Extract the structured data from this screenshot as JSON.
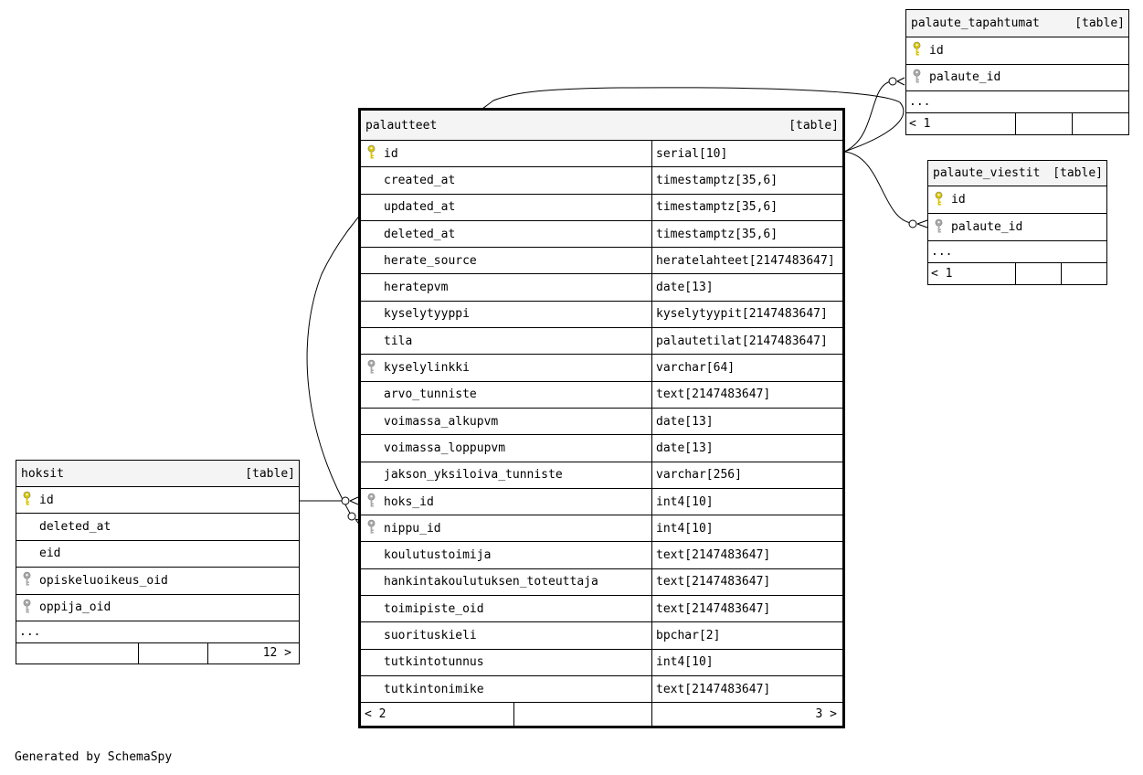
{
  "footer_text": "Generated by SchemaSpy",
  "key_colors": {
    "primary": "#d9c600",
    "foreign": "#a8a8a8"
  },
  "palautteet": {
    "name": "palautteet",
    "kind": "[table]",
    "columns": [
      {
        "name": "id",
        "type": "serial[10]",
        "key": "primary-key-icon"
      },
      {
        "name": "created_at",
        "type": "timestamptz[35,6]"
      },
      {
        "name": "updated_at",
        "type": "timestamptz[35,6]"
      },
      {
        "name": "deleted_at",
        "type": "timestamptz[35,6]"
      },
      {
        "name": "herate_source",
        "type": "heratelahteet[2147483647]"
      },
      {
        "name": "heratepvm",
        "type": "date[13]"
      },
      {
        "name": "kyselytyyppi",
        "type": "kyselytyypit[2147483647]"
      },
      {
        "name": "tila",
        "type": "palautetilat[2147483647]"
      },
      {
        "name": "kyselylinkki",
        "type": "varchar[64]",
        "key": "foreign-key-icon"
      },
      {
        "name": "arvo_tunniste",
        "type": "text[2147483647]"
      },
      {
        "name": "voimassa_alkupvm",
        "type": "date[13]"
      },
      {
        "name": "voimassa_loppupvm",
        "type": "date[13]"
      },
      {
        "name": "jakson_yksiloiva_tunniste",
        "type": "varchar[256]"
      },
      {
        "name": "hoks_id",
        "type": "int4[10]",
        "key": "foreign-key-icon"
      },
      {
        "name": "nippu_id",
        "type": "int4[10]",
        "key": "foreign-key-icon"
      },
      {
        "name": "koulutustoimija",
        "type": "text[2147483647]"
      },
      {
        "name": "hankintakoulutuksen_toteuttaja",
        "type": "text[2147483647]"
      },
      {
        "name": "toimipiste_oid",
        "type": "text[2147483647]"
      },
      {
        "name": "suorituskieli",
        "type": "bpchar[2]"
      },
      {
        "name": "tutkintotunnus",
        "type": "int4[10]"
      },
      {
        "name": "tutkintonimike",
        "type": "text[2147483647]"
      }
    ],
    "footer": {
      "parents": "< 2",
      "children": "3 >"
    }
  },
  "hoksit": {
    "name": "hoksit",
    "kind": "[table]",
    "columns": [
      {
        "name": "id",
        "key": "primary-key-icon"
      },
      {
        "name": "deleted_at"
      },
      {
        "name": "eid"
      },
      {
        "name": "opiskeluoikeus_oid",
        "key": "foreign-key-icon"
      },
      {
        "name": "oppija_oid",
        "key": "foreign-key-icon"
      }
    ],
    "more": "...",
    "footer": {
      "parents": "",
      "children": "12 >"
    }
  },
  "palaute_tapahtumat": {
    "name": "palaute_tapahtumat",
    "kind": "[table]",
    "columns": [
      {
        "name": "id",
        "key": "primary-key-icon"
      },
      {
        "name": "palaute_id",
        "key": "foreign-key-icon"
      }
    ],
    "more": "...",
    "footer": {
      "parents": "< 1",
      "children": ""
    }
  },
  "palaute_viestit": {
    "name": "palaute_viestit",
    "kind": "[table]",
    "columns": [
      {
        "name": "id",
        "key": "primary-key-icon"
      },
      {
        "name": "palaute_id",
        "key": "foreign-key-icon"
      }
    ],
    "more": "...",
    "footer": {
      "parents": "< 1",
      "children": ""
    }
  }
}
